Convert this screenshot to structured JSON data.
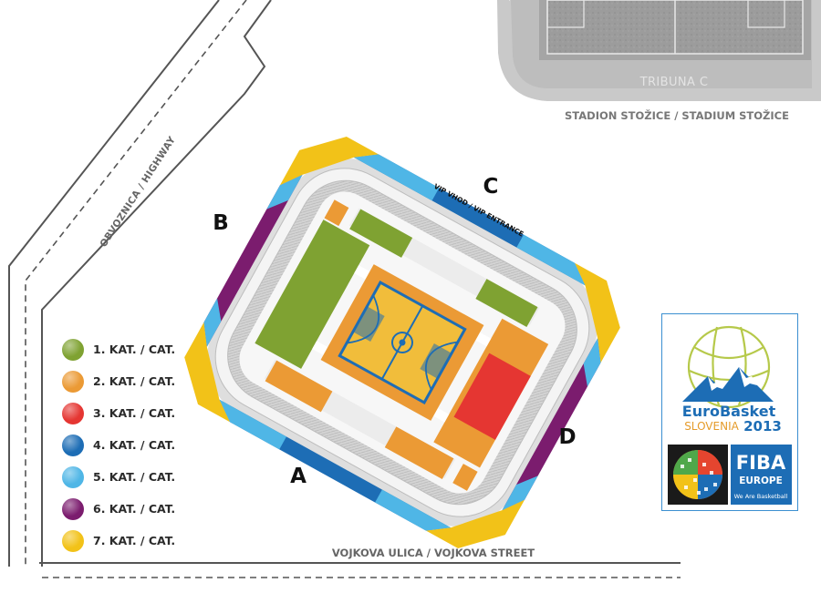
{
  "labels": {
    "stadium": "STADION STOŽICE / STADIUM STOŽICE",
    "tribuna": "TRIBUNA C",
    "tribuna_partial": "T",
    "highway": "OBVOZNICA / HIGHWAY",
    "street": "VOJKOVA ULICA  /  VOJKOVA STREET",
    "vip": "VIP VHOD / VIP ENTRANCE",
    "sector_a": "A",
    "sector_b": "B",
    "sector_c": "C",
    "sector_d": "D"
  },
  "legend": [
    {
      "label": "1. KAT. / CAT.",
      "color": "#7fa232"
    },
    {
      "label": "2. KAT. / CAT.",
      "color": "#eb9a35"
    },
    {
      "label": "3. KAT. / CAT.",
      "color": "#e53632"
    },
    {
      "label": "4. KAT. / CAT.",
      "color": "#1d6db5"
    },
    {
      "label": "5. KAT. / CAT.",
      "color": "#4fb6e6"
    },
    {
      "label": "6. KAT. / CAT.",
      "color": "#7b1c6e"
    },
    {
      "label": "7. KAT. / CAT.",
      "color": "#f2c218"
    }
  ],
  "logo": {
    "line1": "EuroBasket",
    "line2a": "SLOVENIA",
    "line2b": "2013",
    "fiba": "FIBA",
    "europe": "EUROPE",
    "tagline": "We Are Basketball"
  }
}
